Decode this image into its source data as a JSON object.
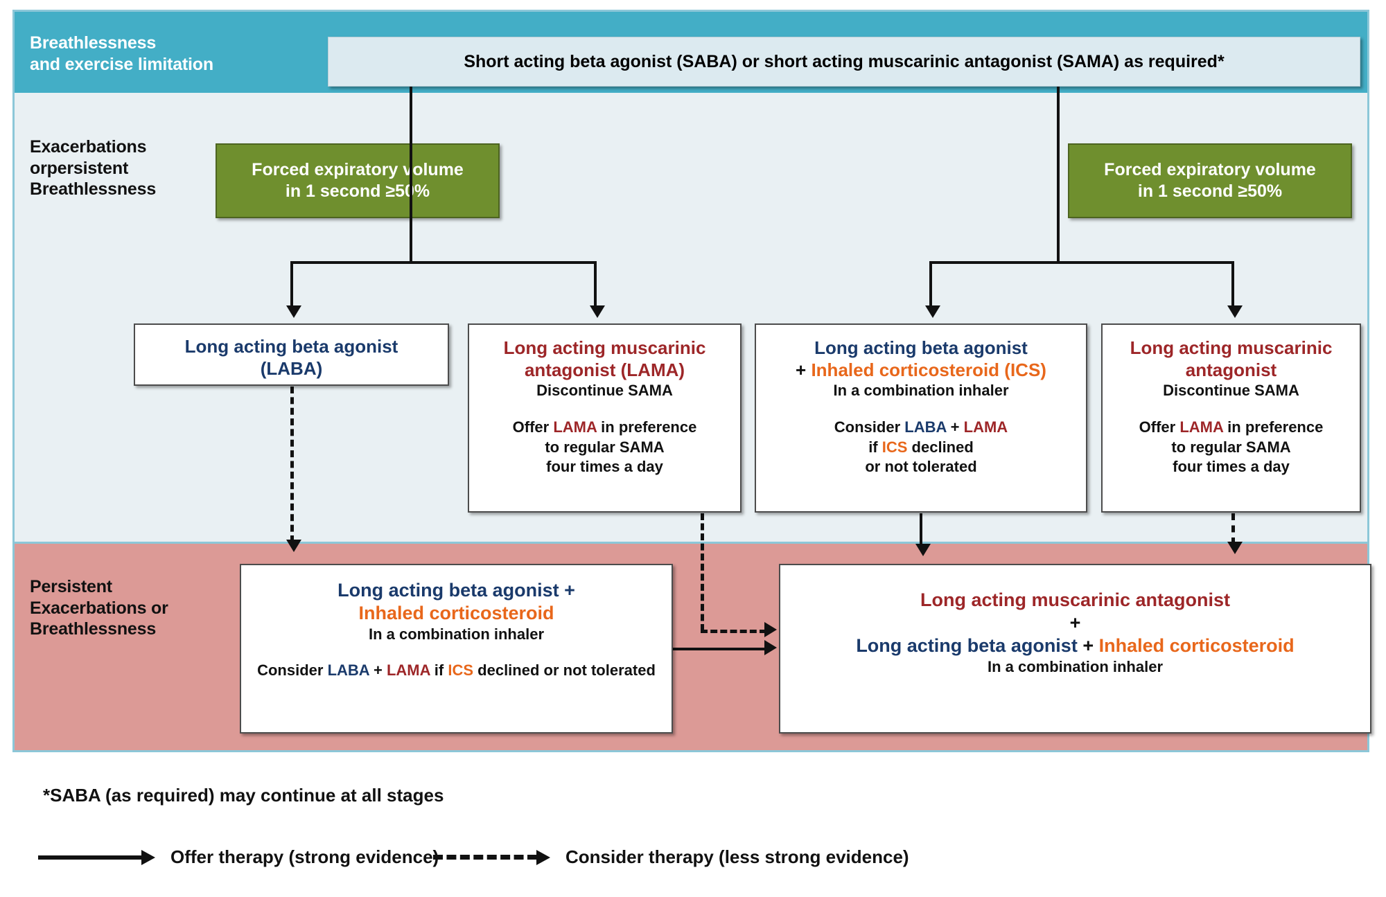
{
  "bands": {
    "top_label": "Breathlessness\nand exercise limitation",
    "top_label_line1": "Breathlessness",
    "top_label_line2": "and exercise limitation",
    "mid_label_line1": "Exacerbations",
    "mid_label_line2": "orpersistent",
    "mid_label_line3": "Breathlessness",
    "bottom_label_line1": "Persistent",
    "bottom_label_line2": "Exacerbations or",
    "bottom_label_line3": "Breathlessness"
  },
  "top_box": {
    "text": "Short acting beta agonist (SABA) or short acting muscarinic antagonist (SAMA) as required*"
  },
  "fev_left": {
    "line1": "Forced expiratory volume",
    "line2": "in 1 second ≥50%"
  },
  "fev_right": {
    "line1": "Forced expiratory volume",
    "line2": "in 1 second ≥50%"
  },
  "node_laba": {
    "line1": "Long acting beta agonist",
    "line2": "(LABA)"
  },
  "node_lama": {
    "title_line1": "Long acting muscarinic",
    "title_line2": "antagonist (LAMA)",
    "sub1": "Discontinue SAMA",
    "sub2_a": "Offer ",
    "sub2_b": "LAMA",
    "sub2_c": " in preference",
    "sub3": "to regular SAMA",
    "sub4": "four times a day"
  },
  "node_laba_ics": {
    "title_line1": "Long acting beta agonist",
    "plus": "+ ",
    "title_line2": "Inhaled corticosteroid (ICS)",
    "sub1": "In a combination inhaler",
    "consider_a": "Consider ",
    "consider_b": "LABA",
    "consider_c": " + ",
    "consider_d": "LAMA",
    "sub3_a": "if ",
    "sub3_b": "ICS",
    "sub3_c": " declined",
    "sub4": "or not tolerated"
  },
  "node_lama2": {
    "title_line1": "Long acting muscarinic",
    "title_line2": "antagonist",
    "sub1": "Discontinue SAMA",
    "sub2_a": "Offer ",
    "sub2_b": "LAMA",
    "sub2_c": " in preference",
    "sub3": "to regular SAMA",
    "sub4": "four times a day"
  },
  "node_laba_ics_bottom": {
    "title_line1": "Long acting beta agonist +",
    "title_line2": "Inhaled corticosteroid",
    "sub1": "In a combination inhaler",
    "consider_a": "Consider ",
    "consider_b": "LABA",
    "consider_c": " + ",
    "consider_d": "LAMA",
    "consider_e": " if ",
    "consider_f": "ICS",
    "consider_g": " declined or not",
    "consider_h": "tolerated"
  },
  "node_triple": {
    "line1": "Long acting muscarinic antagonist",
    "plus": "+",
    "line3_a": "Long acting beta agonist",
    "line3_b": " + ",
    "line3_c": "Inhaled corticosteroid",
    "sub1": "In a combination inhaler"
  },
  "footnote": "*SABA (as required) may continue at all stages",
  "legend": {
    "solid_label": "Offer therapy (strong evidence)",
    "dashed_label": "Consider therapy (less strong evidence)"
  },
  "colors": {
    "band_top": "#43aec6",
    "band_mid": "#e9f0f3",
    "band_bottom": "#dc9a96",
    "green_box": "#6f8f2e",
    "laba_blue": "#1a3a6b",
    "lama_red": "#9d2628",
    "ics_orange": "#e8671b",
    "frame_border": "#8cc7d8"
  }
}
